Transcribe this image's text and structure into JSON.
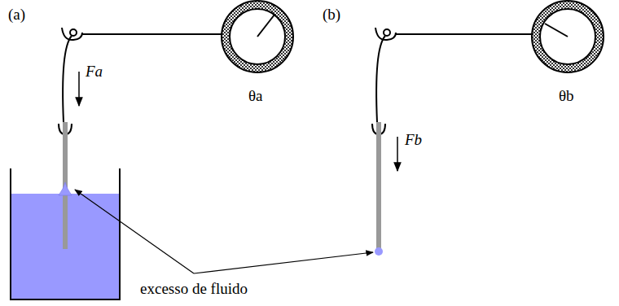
{
  "diagram": {
    "labels": [
      "(a)",
      "(b)",
      "Fa",
      "θa",
      "Fb",
      "θb",
      "excesso de fluido"
    ]
  }
}
